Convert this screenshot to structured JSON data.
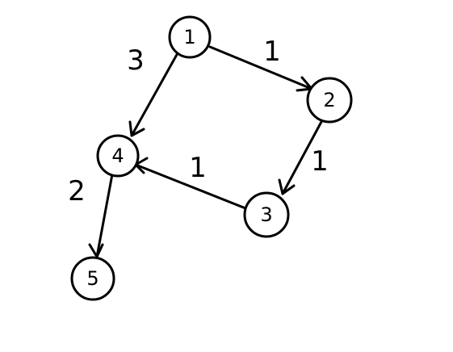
{
  "graph": {
    "nodes": [
      {
        "id": "1",
        "label": "1"
      },
      {
        "id": "2",
        "label": "2"
      },
      {
        "id": "3",
        "label": "3"
      },
      {
        "id": "4",
        "label": "4"
      },
      {
        "id": "5",
        "label": "5"
      }
    ],
    "edges": [
      {
        "from": "1",
        "to": "2",
        "weight": "1"
      },
      {
        "from": "1",
        "to": "4",
        "weight": "3"
      },
      {
        "from": "2",
        "to": "3",
        "weight": "1"
      },
      {
        "from": "3",
        "to": "4",
        "weight": "1"
      },
      {
        "from": "4",
        "to": "5",
        "weight": "2"
      }
    ]
  }
}
